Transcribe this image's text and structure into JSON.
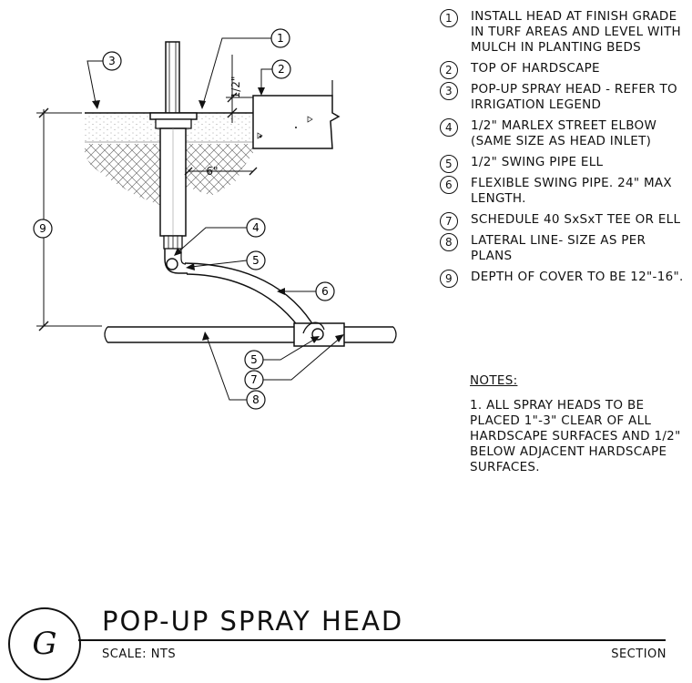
{
  "legend": [
    {
      "num": "1",
      "text": "INSTALL HEAD AT FINISH GRADE IN TURF AREAS AND LEVEL WITH MULCH IN PLANTING BEDS"
    },
    {
      "num": "2",
      "text": "TOP OF HARDSCAPE"
    },
    {
      "num": "3",
      "text": "POP-UP SPRAY HEAD - REFER TO IRRIGATION LEGEND"
    },
    {
      "num": "4",
      "text": "1/2\" MARLEX STREET ELBOW (SAME SIZE AS HEAD INLET)"
    },
    {
      "num": "5",
      "text": "1/2\" SWING PIPE ELL"
    },
    {
      "num": "6",
      "text": "FLEXIBLE SWING PIPE. 24\" MAX LENGTH."
    },
    {
      "num": "7",
      "text": "SCHEDULE 40 SxSxT TEE OR ELL"
    },
    {
      "num": "8",
      "text": "LATERAL LINE- SIZE AS PER PLANS"
    },
    {
      "num": "9",
      "text": "DEPTH OF COVER TO BE 12\"-16\"."
    }
  ],
  "notes": {
    "heading": "NOTES:",
    "text": "1. ALL SPRAY HEADS TO BE PLACED 1\"-3\" CLEAR OF ALL HARDSCAPE SURFACES AND 1/2\" BELOW ADJACENT HARDSCAPE SURFACES."
  },
  "dimensions": {
    "clearance": "6\"",
    "height_below": "1/2\""
  },
  "callouts": {
    "c1": "1",
    "c2": "2",
    "c3": "3",
    "c4": "4",
    "c5a": "5",
    "c6": "6",
    "c5b": "5",
    "c7": "7",
    "c8": "8",
    "c9": "9"
  },
  "title_block": {
    "detail_letter": "G",
    "title": "POP-UP SPRAY HEAD",
    "scale": "SCALE: NTS",
    "view": "SECTION"
  }
}
